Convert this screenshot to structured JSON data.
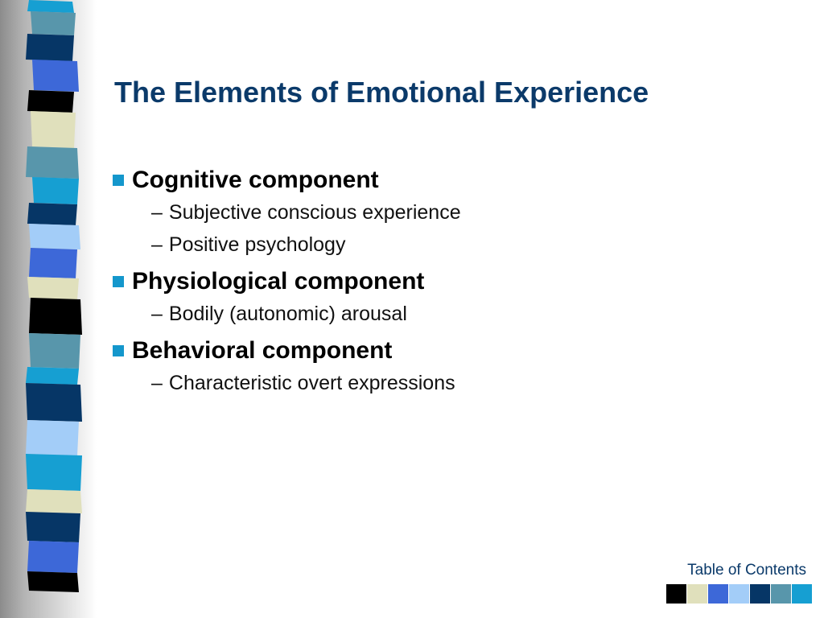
{
  "slide": {
    "title": "The Elements of Emotional Experience",
    "bullets": [
      {
        "label": "Cognitive component",
        "subs": [
          "Subjective conscious experience",
          "Positive psychology"
        ]
      },
      {
        "label": "Physiological component",
        "subs": [
          "Bodily (autonomic) arousal"
        ]
      },
      {
        "label": "Behavioral component",
        "subs": [
          "Characteristic overt expressions"
        ]
      }
    ],
    "sub_dash": "–",
    "bullet_icon": "square-icon",
    "bullet_color": "#1497cc",
    "title_color": "#0b3a6a"
  },
  "footer": {
    "toc_label": "Table of Contents",
    "swatch_colors": [
      "#000000",
      "#e0e0bc",
      "#3d68d8",
      "#a3cdf8",
      "#063666",
      "#5896ab",
      "#169fd2"
    ]
  },
  "decor": {
    "stripe_icon": "paper-stripe-bar",
    "stripe_colors": [
      "#169fd2",
      "#5896ab",
      "#063666",
      "#3d68d8",
      "#000000",
      "#e0e0bc",
      "#5896ab",
      "#169fd2",
      "#063666",
      "#a3cdf8",
      "#3d68d8",
      "#e0e0bc",
      "#000000",
      "#5896ab",
      "#169fd2",
      "#063666",
      "#a3cdf8",
      "#169fd2",
      "#e0e0bc",
      "#063666",
      "#3d68d8",
      "#000000"
    ]
  }
}
